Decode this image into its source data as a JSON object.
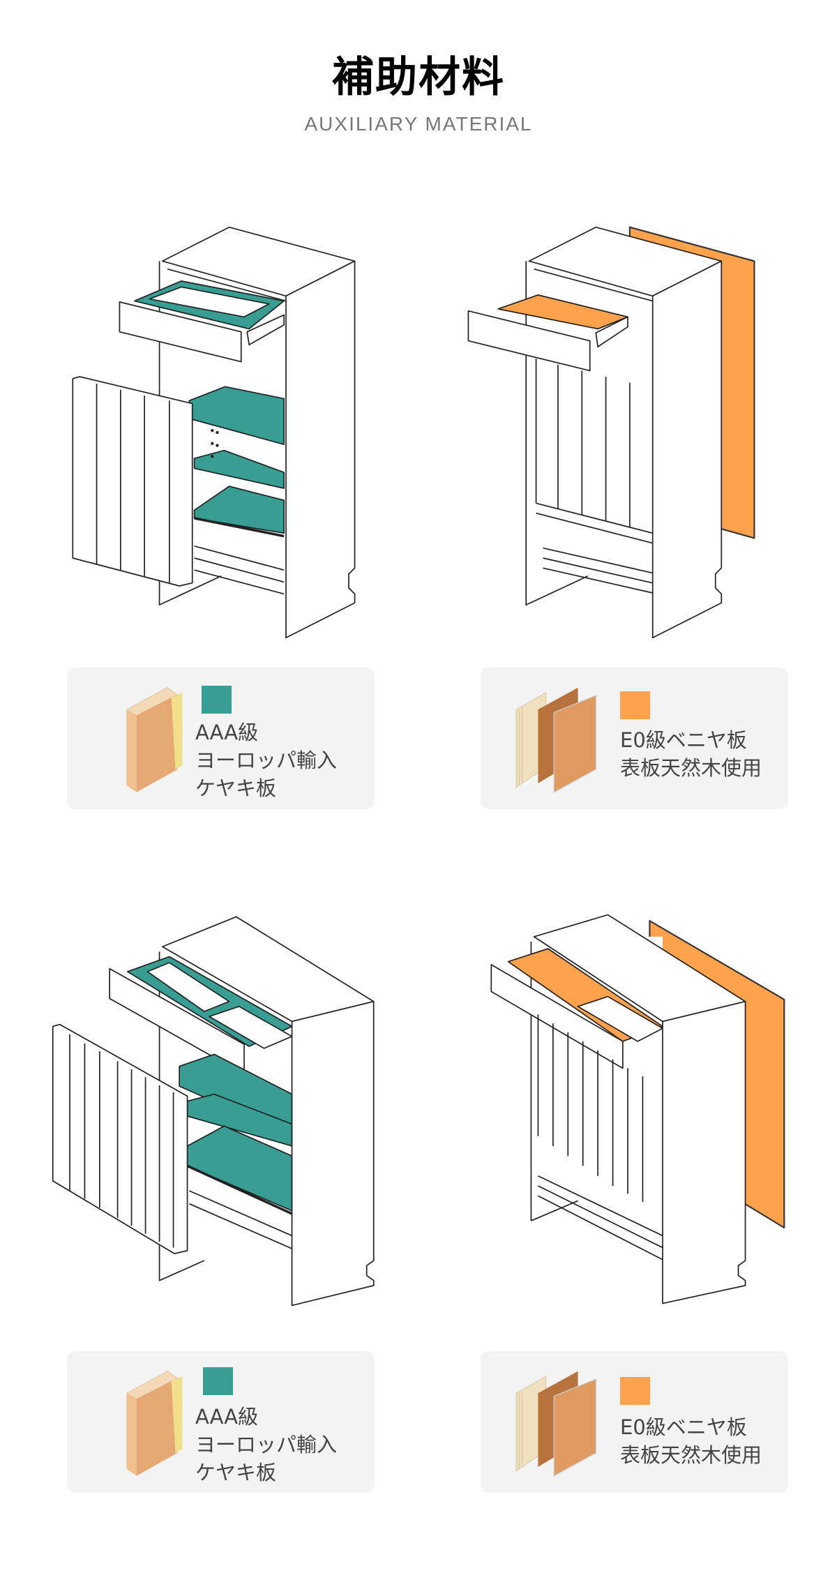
{
  "header": {
    "title": "補助材料",
    "subtitle": "AUXILIARY MATERIAL"
  },
  "colors": {
    "teal": "#389E94",
    "orange": "#FFA24E",
    "card_bg": "#F3F3F3"
  },
  "rows": [
    {
      "cards": [
        {
          "swatch_color": "teal",
          "lines": [
            "AAA級",
            "ヨーロッパ輸入",
            "ケヤキ板"
          ]
        },
        {
          "swatch_color": "orange",
          "lines": [
            "E0級ベニヤ板",
            "表板天然木使用"
          ]
        }
      ]
    },
    {
      "cards": [
        {
          "swatch_color": "teal",
          "lines": [
            "AAA級",
            "ヨーロッパ輸入",
            "ケヤキ板"
          ]
        },
        {
          "swatch_color": "orange",
          "lines": [
            "E0級ベニヤ板",
            "表板天然木使用"
          ]
        }
      ]
    }
  ]
}
